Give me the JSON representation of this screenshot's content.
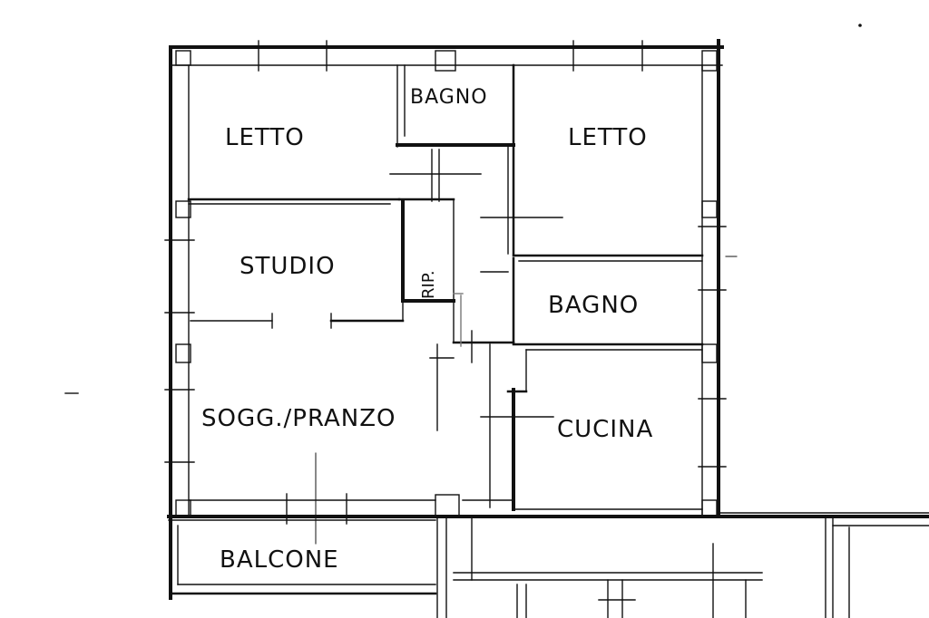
{
  "rooms": {
    "letto_left": "LETTO",
    "bagno_top": "BAGNO",
    "letto_right": "LETTO",
    "studio": "STUDIO",
    "rip": "RIP.",
    "bagno_mid": "BAGNO",
    "soggiorno": "SOGG./PRANZO",
    "cucina": "CUCINA",
    "balcone": "BALCONE"
  }
}
